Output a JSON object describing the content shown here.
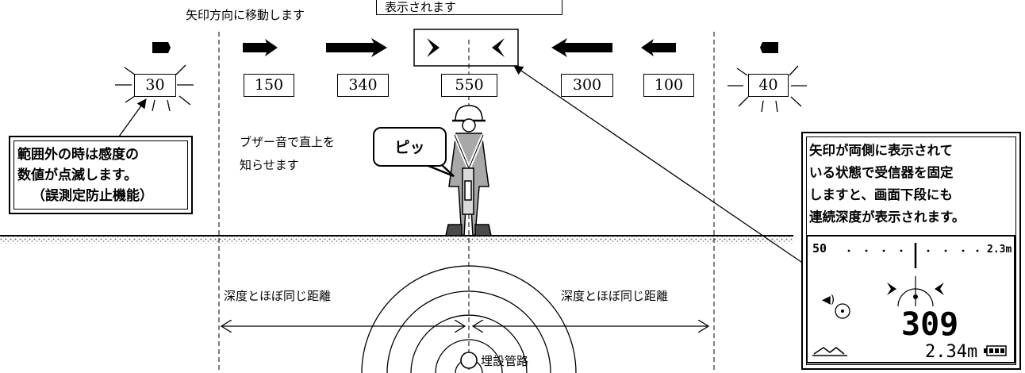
{
  "header": {
    "arrow_caption": "矢印方向に移動します",
    "top_callout": "表示されます"
  },
  "readings": {
    "left_out_of_range": "30",
    "values": [
      "150",
      "340",
      "550",
      "300",
      "100"
    ],
    "right_out_of_range": "40"
  },
  "notes": {
    "out_of_range_lines": [
      "範囲外の時は感度の",
      "数値が点滅します。",
      "（誤測定防止機能）"
    ],
    "buzzer_lines": [
      "ブザー音で直上を",
      "知らせます"
    ],
    "speech_bubble": "ピッ",
    "depth_distance_left": "深度とほぼ同じ距離",
    "depth_distance_right": "深度とほぼ同じ距離",
    "pipe_label": "埋設管路",
    "fix_receiver_lines": [
      "矢印が両側に表示されて",
      "いる状態で受信器を固定",
      "しますと、画面下段にも",
      "連続深度が表示されます。"
    ]
  },
  "lcd": {
    "top_left": "50",
    "top_right": "2.3m",
    "big_value": "309",
    "depth": "2.34m"
  },
  "colors": {
    "line": "#000000",
    "ground_pattern": "#7a7a7a",
    "worker_fill": "#a8a8a8"
  }
}
